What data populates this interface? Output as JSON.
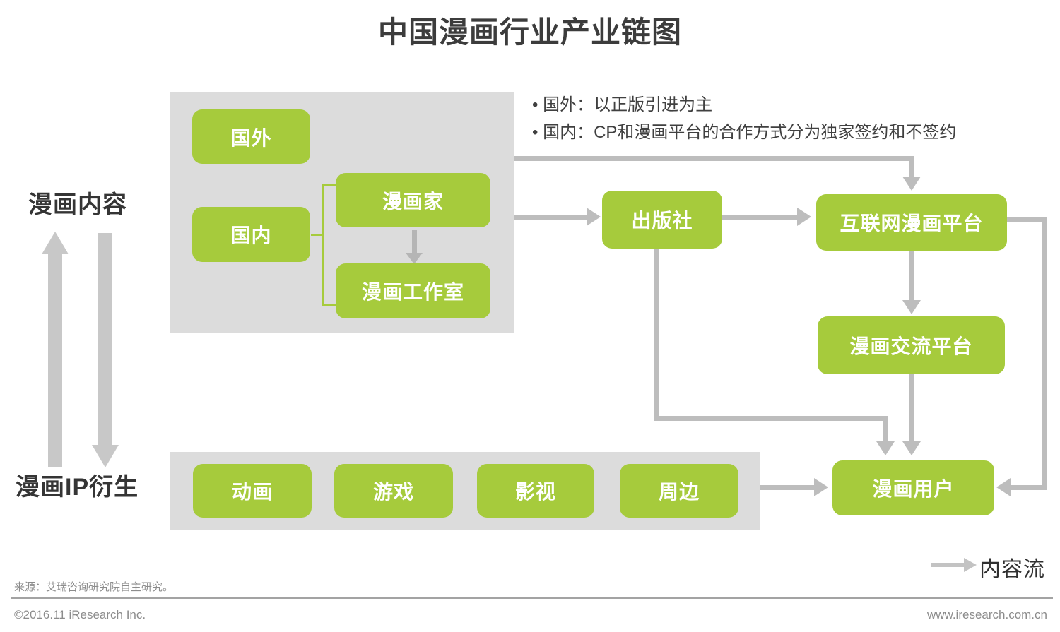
{
  "title": "中国漫画行业产业链图",
  "left_labels": {
    "top": "漫画内容",
    "bottom": "漫画IP衍生"
  },
  "notes": [
    "• 国外：以正版引进为主",
    "• 国内：CP和漫画平台的合作方式分为独家签约和不签约"
  ],
  "nodes": {
    "overseas": "国外",
    "domestic": "国内",
    "cartoonist": "漫画家",
    "studio": "漫画工作室",
    "publisher": "出版社",
    "online_platform": "互联网漫画平台",
    "exchange_platform": "漫画交流平台",
    "comic_user": "漫画用户",
    "animation": "动画",
    "game": "游戏",
    "film": "影视",
    "merchandise": "周边"
  },
  "legend": {
    "label": "内容流"
  },
  "source": "来源：艾瑞咨询研究院自主研究。",
  "footer": {
    "left": "©2016.11 iResearch Inc.",
    "right": "www.iresearch.com.cn"
  },
  "colors": {
    "node_green": "#a6cb3c",
    "panel_gray": "#dcdcdc",
    "arrow_gray": "#bdbdbd",
    "big_arrow_gray": "#c8c8c8",
    "title_text": "#3c3c3c",
    "node_text": "#ffffff",
    "footer_text": "#8c8c8c"
  }
}
